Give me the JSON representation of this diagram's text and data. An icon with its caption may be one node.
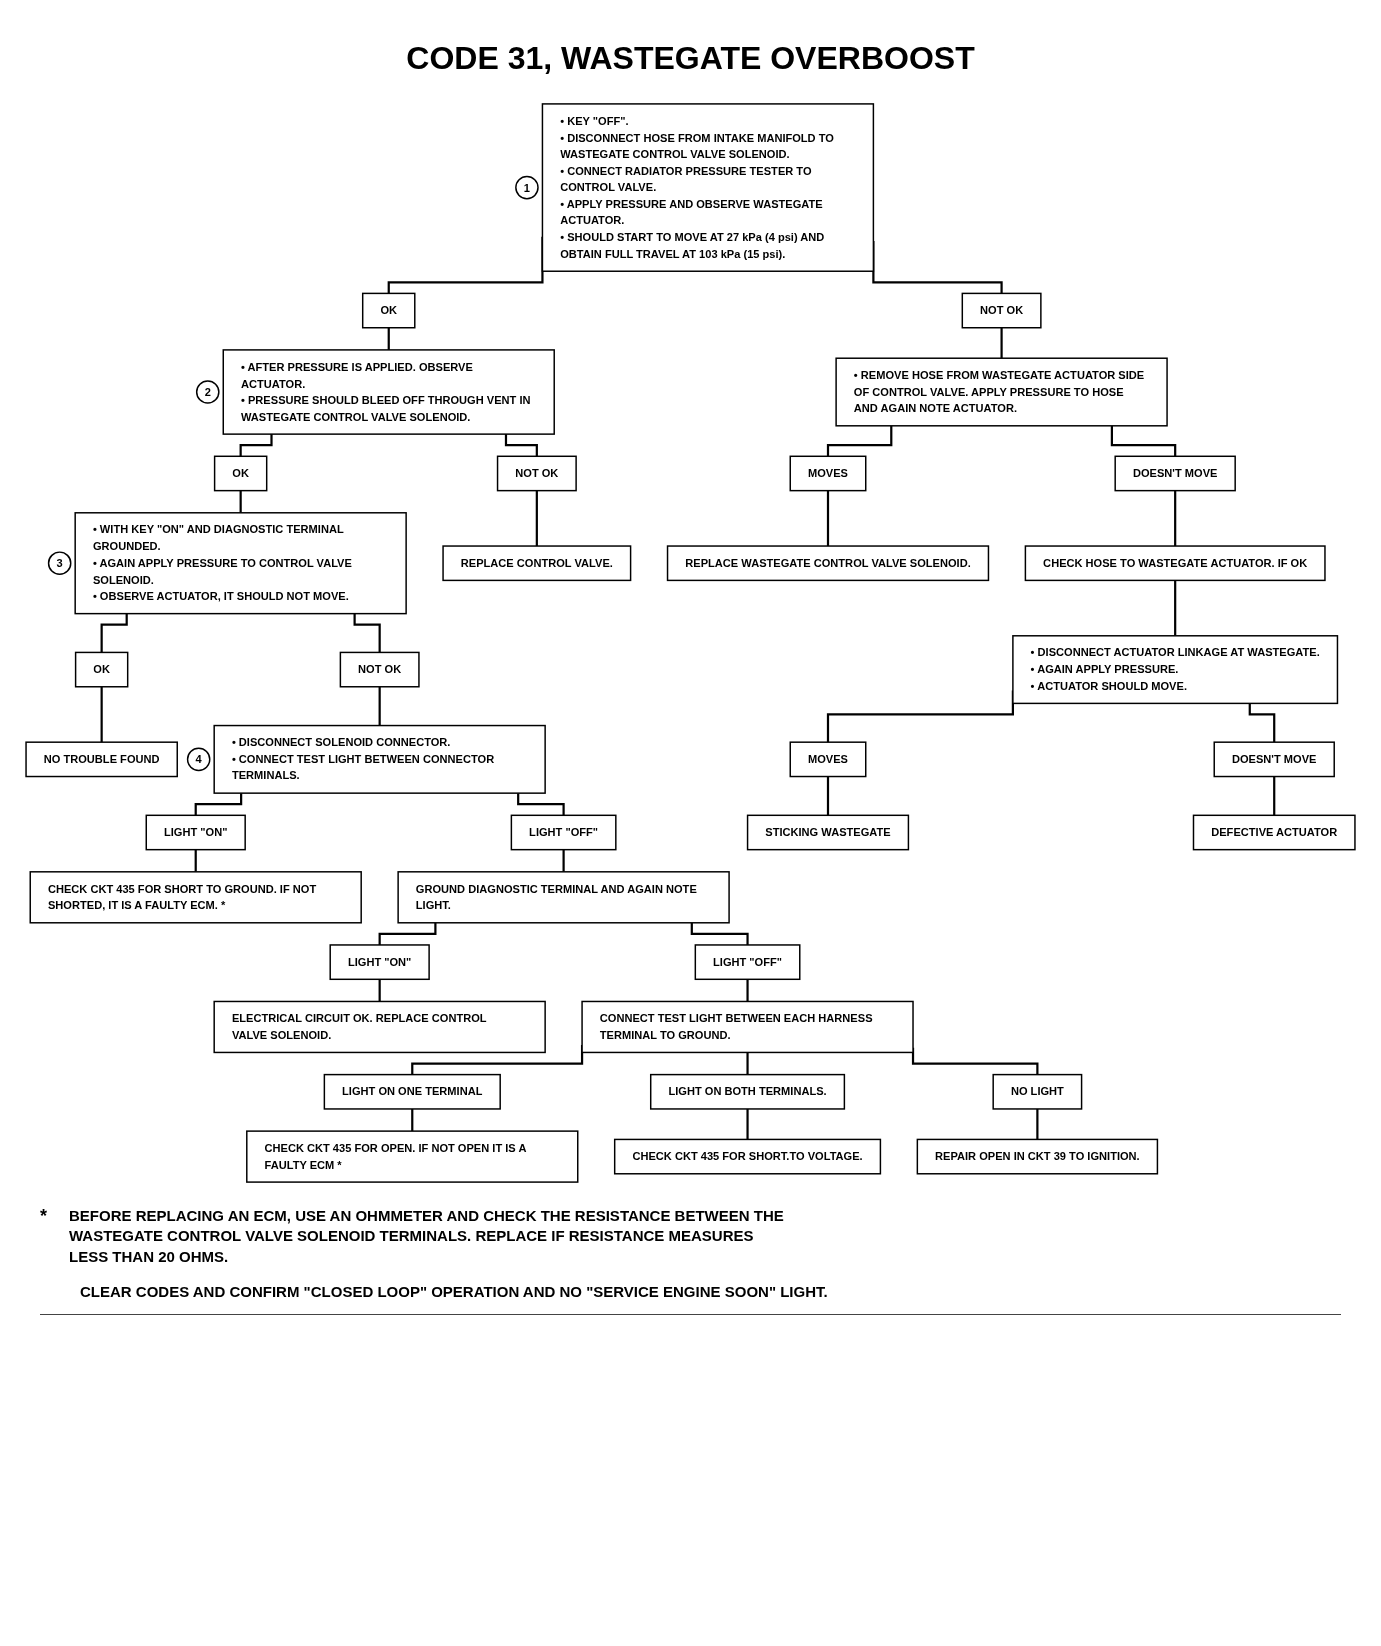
{
  "diagram": {
    "title": "CODE 31, WASTEGATE OVERBOOST",
    "nodes": [
      {
        "text": [
          "• KEY \"OFF\".",
          "• DISCONNECT HOSE FROM INTAKE MANIFOLD TO WASTEGATE CONTROL VALVE SOLENOID.",
          "• CONNECT RADIATOR PRESSURE TESTER TO CONTROL VALVE.",
          "• APPLY PRESSURE AND OBSERVE WASTEGATE ACTUATOR.",
          "• SHOULD START TO MOVE AT 27 kPa (4 psi) AND OBTAIN FULL TRAVEL AT 103 kPa (15 psi)."
        ],
        "beside": [
          "1"
        ]
      },
      {
        "text": [
          "OK"
        ]
      },
      {
        "text": [
          "NOT OK"
        ]
      },
      {
        "text": [
          "• AFTER PRESSURE IS APPLIED. OBSERVE ACTUATOR.",
          "• PRESSURE SHOULD BLEED OFF THROUGH VENT IN WASTEGATE CONTROL VALVE SOLENOID."
        ],
        "beside": [
          "2"
        ]
      },
      {
        "text": [
          "• REMOVE HOSE FROM WASTEGATE ACTUATOR SIDE OF CONTROL VALVE. APPLY PRESSURE TO HOSE AND AGAIN NOTE ACTUATOR."
        ]
      },
      {
        "text": [
          "OK"
        ]
      },
      {
        "text": [
          "NOT OK"
        ]
      },
      {
        "text": [
          "MOVES"
        ]
      },
      {
        "text": [
          "DOESN'T MOVE"
        ]
      },
      {
        "text": [
          "• WITH KEY \"ON\" AND DIAGNOSTIC TERMINAL GROUNDED.",
          "• AGAIN APPLY PRESSURE TO CONTROL VALVE SOLENOID.",
          "• OBSERVE ACTUATOR, IT SHOULD NOT MOVE."
        ],
        "beside": [
          "3"
        ]
      },
      {
        "text": [
          "REPLACE CONTROL VALVE."
        ]
      },
      {
        "text": [
          "REPLACE WASTEGATE CONTROL VALVE SOLENOID."
        ]
      },
      {
        "text": [
          "CHECK HOSE TO WASTEGATE ACTUATOR. IF OK"
        ]
      },
      {
        "text": [
          "• DISCONNECT ACTUATOR LINKAGE AT WASTEGATE.",
          "• AGAIN APPLY PRESSURE.",
          "• ACTUATOR SHOULD MOVE."
        ]
      },
      {
        "text": [
          "OK"
        ]
      },
      {
        "text": [
          "NOT OK"
        ]
      },
      {
        "text": [
          "NO TROUBLE FOUND"
        ]
      },
      {
        "text": [
          "MOVES"
        ]
      },
      {
        "text": [
          "DOESN'T MOVE"
        ]
      },
      {
        "text": [
          "• DISCONNECT SOLENOID CONNECTOR.",
          "• CONNECT TEST LIGHT BETWEEN CONNECTOR TERMINALS."
        ],
        "beside": [
          "4"
        ]
      },
      {
        "text": [
          "STICKING WASTEGATE"
        ]
      },
      {
        "text": [
          "DEFECTIVE ACTUATOR"
        ]
      },
      {
        "text": [
          "LIGHT \"ON\""
        ]
      },
      {
        "text": [
          "LIGHT \"OFF\""
        ]
      },
      {
        "text": [
          "CHECK CKT 435 FOR SHORT TO GROUND. IF NOT SHORTED, IT IS A FAULTY ECM. *"
        ]
      },
      {
        "text": [
          "GROUND DIAGNOSTIC TERMINAL AND AGAIN NOTE LIGHT."
        ]
      },
      {
        "text": [
          "LIGHT \"ON\""
        ]
      },
      {
        "text": [
          "LIGHT \"OFF\""
        ]
      },
      {
        "text": [
          "ELECTRICAL CIRCUIT OK. REPLACE CONTROL VALVE SOLENOID."
        ]
      },
      {
        "text": [
          "CONNECT TEST LIGHT BETWEEN EACH HARNESS TERMINAL TO GROUND."
        ]
      },
      {
        "text": [
          "LIGHT ON ONE TERMINAL"
        ]
      },
      {
        "text": [
          "LIGHT ON BOTH TERMINALS."
        ]
      },
      {
        "text": [
          "NO LIGHT"
        ]
      },
      {
        "text": [
          "CHECK CKT 435 FOR OPEN. IF NOT OPEN IT IS A FAULTY ECM *"
        ]
      },
      {
        "text": [
          "CHECK CKT 435 FOR SHORT.TO VOLTAGE."
        ]
      },
      {
        "text": [
          "REPAIR OPEN IN CKT 39 TO IGNITION."
        ]
      }
    ],
    "edges": [
      {
        "from": 0,
        "to": 1,
        "arrow": "none"
      },
      {
        "from": 0,
        "to": 2,
        "arrow": "none"
      },
      {
        "from": 1,
        "to": 3,
        "arrow": "none"
      },
      {
        "from": 2,
        "to": 4,
        "arrow": "none"
      },
      {
        "from": 3,
        "to": 5,
        "arrow": "none"
      },
      {
        "from": 3,
        "to": 6,
        "arrow": "none"
      },
      {
        "from": 4,
        "to": 7,
        "arrow": "none"
      },
      {
        "from": 4,
        "to": 8,
        "arrow": "none"
      },
      {
        "from": 5,
        "to": 9,
        "arrow": "none"
      },
      {
        "from": 6,
        "to": 10,
        "arrow": "none"
      },
      {
        "from": 7,
        "to": 11,
        "arrow": "none"
      },
      {
        "from": 8,
        "to": 12,
        "arrow": "none"
      },
      {
        "from": 12,
        "to": 13,
        "arrow": "none"
      },
      {
        "from": 9,
        "to": 14,
        "arrow": "none"
      },
      {
        "from": 9,
        "to": 15,
        "arrow": "none"
      },
      {
        "from": 14,
        "to": 16,
        "arrow": "none"
      },
      {
        "from": 15,
        "to": 19,
        "arrow": "none"
      },
      {
        "from": 13,
        "to": 17,
        "arrow": "none"
      },
      {
        "from": 13,
        "to": 18,
        "arrow": "none"
      },
      {
        "from": 17,
        "to": 20,
        "arrow": "none"
      },
      {
        "from": 18,
        "to": 21,
        "arrow": "none"
      },
      {
        "from": 19,
        "to": 22,
        "arrow": "none"
      },
      {
        "from": 19,
        "to": 23,
        "arrow": "none"
      },
      {
        "from": 22,
        "to": 24,
        "arrow": "none"
      },
      {
        "from": 23,
        "to": 25,
        "arrow": "none"
      },
      {
        "from": 25,
        "to": 26,
        "arrow": "none"
      },
      {
        "from": 25,
        "to": 27,
        "arrow": "none"
      },
      {
        "from": 26,
        "to": 28,
        "arrow": "none"
      },
      {
        "from": 27,
        "to": 29,
        "arrow": "none"
      },
      {
        "from": 29,
        "to": 30,
        "arrow": "none"
      },
      {
        "from": 29,
        "to": 31,
        "arrow": "none"
      },
      {
        "from": 29,
        "to": 32,
        "arrow": "none"
      },
      {
        "from": 30,
        "to": 33,
        "arrow": "none"
      },
      {
        "from": 31,
        "to": 34,
        "arrow": "none"
      },
      {
        "from": 32,
        "to": 35,
        "arrow": "none"
      }
    ],
    "labels": [
      "*",
      "BEFORE REPLACING AN ECM, USE AN OHMMETER AND CHECK THE RESISTANCE BETWEEN THE WASTEGATE CONTROL VALVE SOLENOID TERMINALS. REPLACE IF RESISTANCE MEASURES LESS THAN 20 OHMS.",
      "CLEAR CODES AND CONFIRM \"CLOSED LOOP\" OPERATION AND NO \"SERVICE ENGINE SOON\" LIGHT."
    ]
  }
}
